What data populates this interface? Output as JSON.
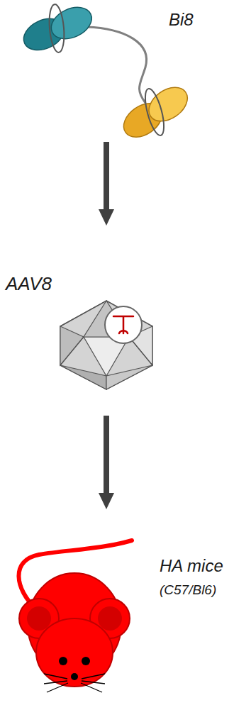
{
  "diagram": {
    "nodes": [
      {
        "text": [
          "Bi8"
        ]
      },
      {
        "text": [
          "AAV8"
        ]
      },
      {
        "text": [
          "HA mice",
          "(C57/Bl6)"
        ]
      }
    ],
    "edges": [
      {
        "from": 0,
        "to": 1,
        "arrow": "to"
      },
      {
        "from": 1,
        "to": 2,
        "arrow": "to"
      }
    ]
  }
}
